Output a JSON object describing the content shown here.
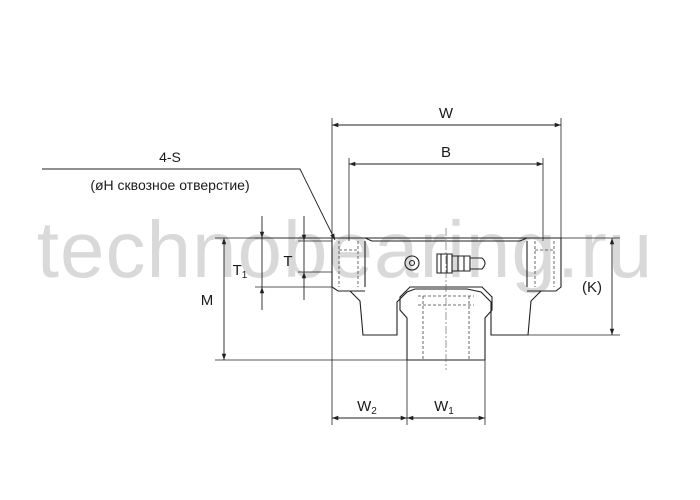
{
  "diagram": {
    "watermark": "technobearing.ru",
    "labels": {
      "W": "W",
      "B": "B",
      "S_note_line1": "4-S",
      "S_note_line2": "(øH сквозное отверстие)",
      "T1_main": "T",
      "T1_sub": "1",
      "T": "T",
      "M": "M",
      "K": "(K)",
      "W2_main": "W",
      "W2_sub": "2",
      "W1_main": "W",
      "W1_sub": "1"
    }
  }
}
